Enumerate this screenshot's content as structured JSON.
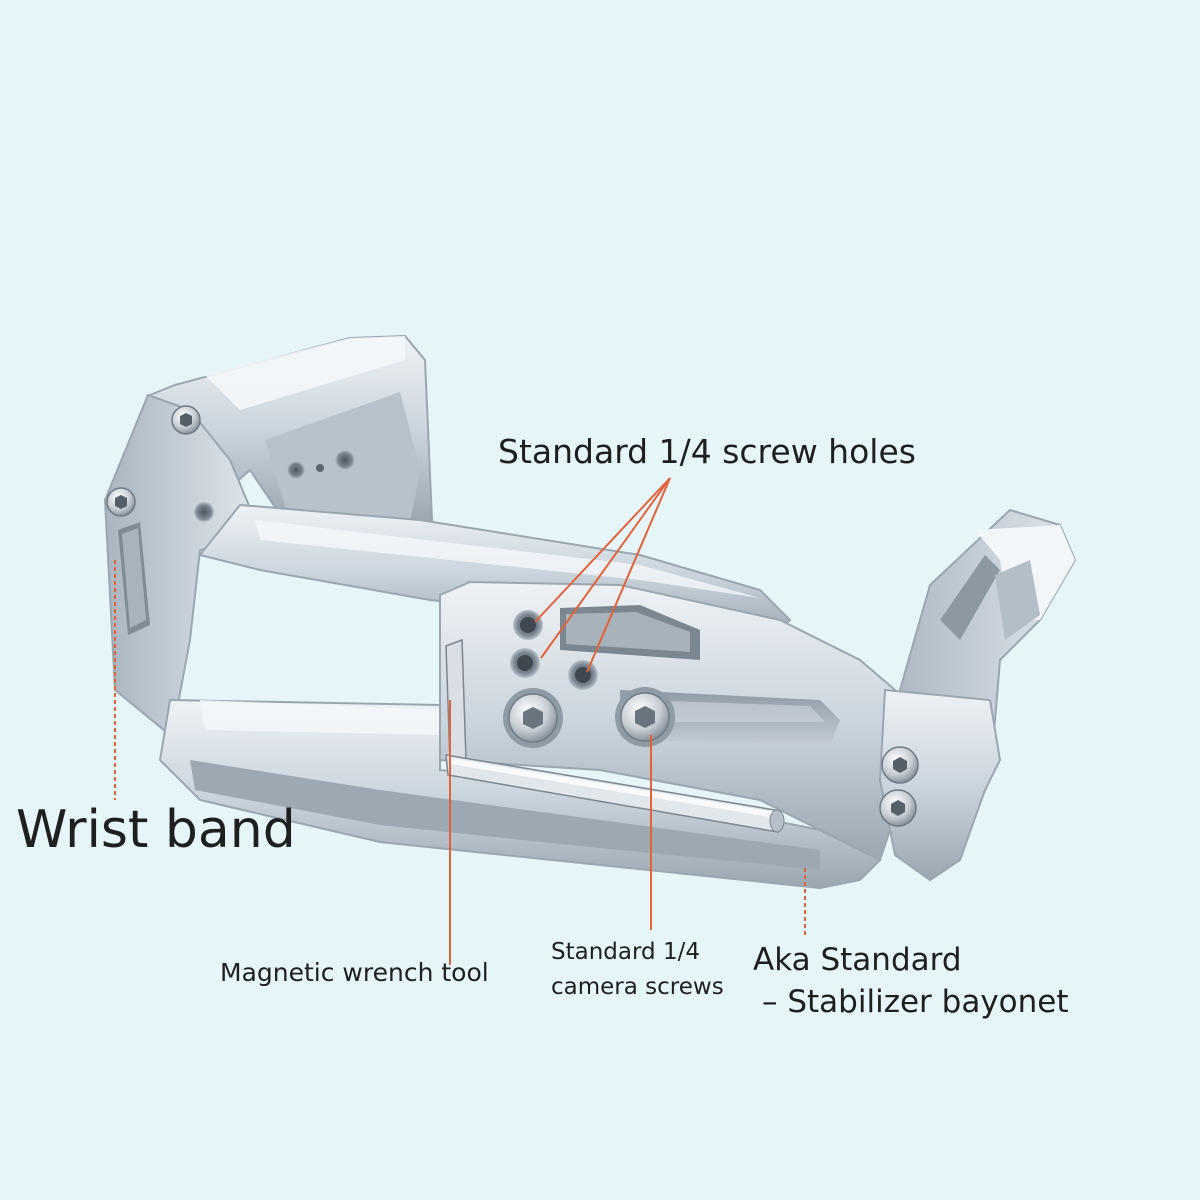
{
  "labels": {
    "screw_holes": "Standard 1/4 screw holes",
    "wrist_band": "Wrist band",
    "wrench_tool": "Magnetic wrench tool",
    "camera_screws_line1": "Standard 1/4",
    "camera_screws_line2": "camera screws",
    "bayonet_line1": "Aka Standard",
    "bayonet_line2": "– Stabilizer bayonet"
  },
  "colors": {
    "background": "#e6f5f8",
    "metal": "#c9d4dc",
    "metal_highlight": "#eef2f5",
    "metal_shadow": "#8d9aa5",
    "leader_line": "#e2623a"
  }
}
